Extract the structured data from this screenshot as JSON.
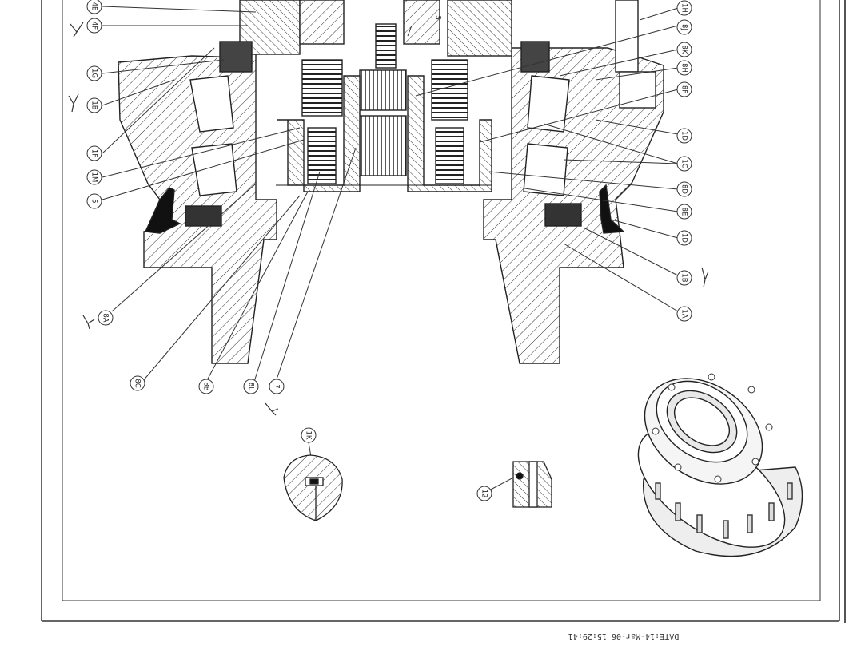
{
  "drawing": {
    "date_stamp": "DATE:14-Mar-06 15:29:41",
    "callouts": [
      "4E",
      "4F",
      "1G",
      "1B",
      "1F",
      "1M",
      "5",
      "8A",
      "8C",
      "8B",
      "8L",
      "7",
      "1K",
      "12",
      "S",
      "1H",
      "8J",
      "8K",
      "8H",
      "8F",
      "1D",
      "1C",
      "8D",
      "8E",
      "1D",
      "1B",
      "1A"
    ]
  }
}
